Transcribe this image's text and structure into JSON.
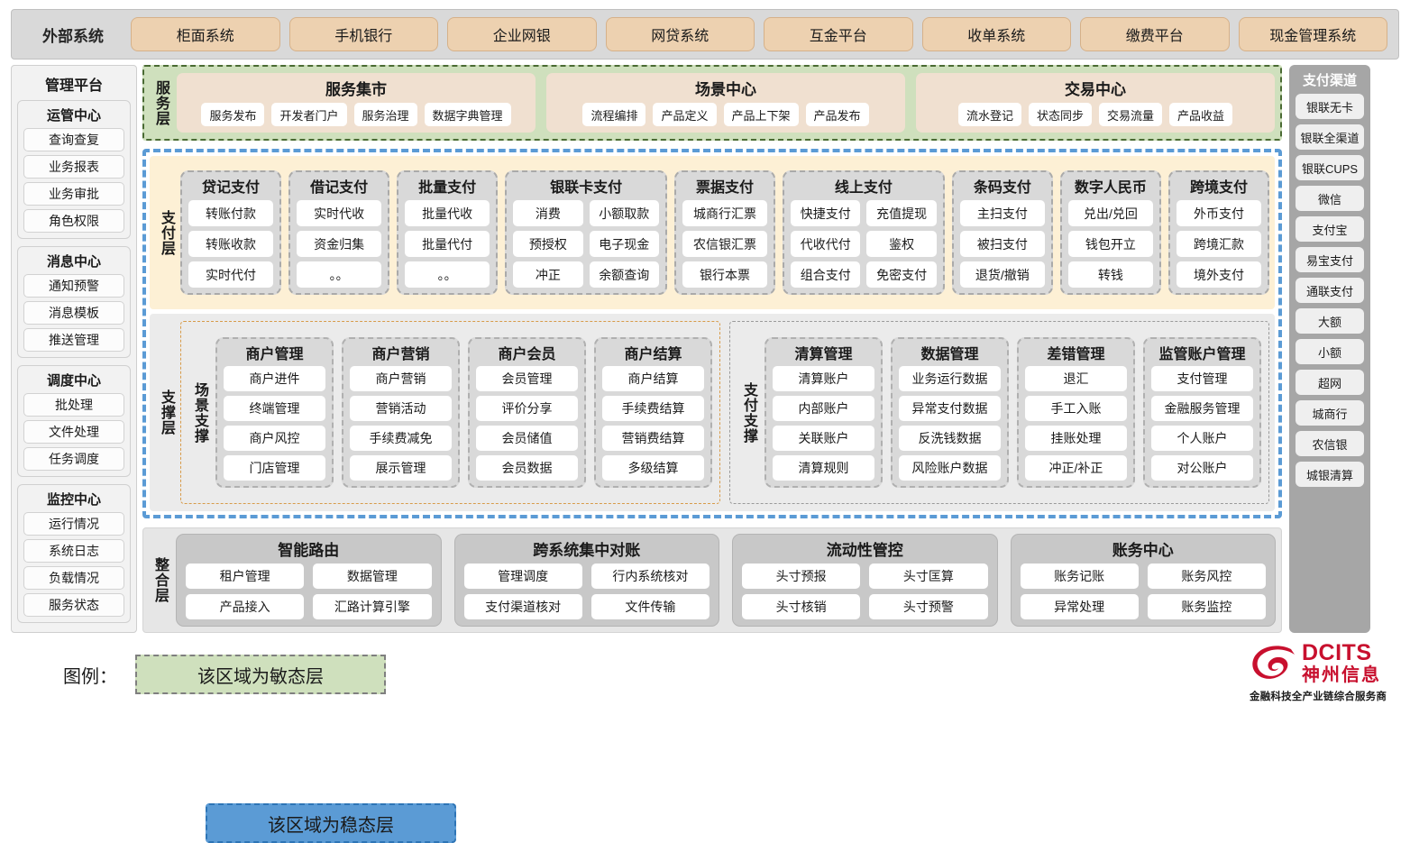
{
  "external": {
    "title": "外部系统",
    "items": [
      "柜面系统",
      "手机银行",
      "企业网银",
      "网贷系统",
      "互金平台",
      "收单系统",
      "缴费平台",
      "现金管理系统"
    ]
  },
  "management": {
    "title": "管理平台",
    "groups": [
      {
        "title": "运管中心",
        "items": [
          "查询查复",
          "业务报表",
          "业务审批",
          "角色权限"
        ]
      },
      {
        "title": "消息中心",
        "items": [
          "通知预警",
          "消息模板",
          "推送管理"
        ]
      },
      {
        "title": "调度中心",
        "items": [
          "批处理",
          "文件处理",
          "任务调度"
        ]
      },
      {
        "title": "监控中心",
        "items": [
          "运行情况",
          "系统日志",
          "负载情况",
          "服务状态"
        ]
      }
    ]
  },
  "service_layer": {
    "label": "服务层",
    "boxes": [
      {
        "title": "服务集市",
        "items": [
          "服务发布",
          "开发者门户",
          "服务治理",
          "数据字典管理"
        ]
      },
      {
        "title": "场景中心",
        "items": [
          "流程编排",
          "产品定义",
          "产品上下架",
          "产品发布"
        ]
      },
      {
        "title": "交易中心",
        "items": [
          "流水登记",
          "状态同步",
          "交易流量",
          "产品收益"
        ]
      }
    ]
  },
  "payment_layer": {
    "label": "支付层",
    "groups": [
      {
        "title": "贷记支付",
        "cols": 1,
        "rows": [
          [
            "转账付款"
          ],
          [
            "转账收款"
          ],
          [
            "实时代付"
          ]
        ]
      },
      {
        "title": "借记支付",
        "cols": 1,
        "rows": [
          [
            "实时代收"
          ],
          [
            "资金归集"
          ],
          [
            "。。"
          ]
        ]
      },
      {
        "title": "批量支付",
        "cols": 1,
        "rows": [
          [
            "批量代收"
          ],
          [
            "批量代付"
          ],
          [
            "。。"
          ]
        ]
      },
      {
        "title": "银联卡支付",
        "cols": 2,
        "rows": [
          [
            "消费",
            "小额取款"
          ],
          [
            "预授权",
            "电子现金"
          ],
          [
            "冲正",
            "余额查询"
          ]
        ]
      },
      {
        "title": "票据支付",
        "cols": 1,
        "rows": [
          [
            "城商行汇票"
          ],
          [
            "农信银汇票"
          ],
          [
            "银行本票"
          ]
        ]
      },
      {
        "title": "线上支付",
        "cols": 2,
        "rows": [
          [
            "快捷支付",
            "充值提现"
          ],
          [
            "代收代付",
            "鉴权"
          ],
          [
            "组合支付",
            "免密支付"
          ]
        ]
      },
      {
        "title": "条码支付",
        "cols": 1,
        "rows": [
          [
            "主扫支付"
          ],
          [
            "被扫支付"
          ],
          [
            "退货/撤销"
          ]
        ]
      },
      {
        "title": "数字人民币",
        "cols": 1,
        "rows": [
          [
            "兑出/兑回"
          ],
          [
            "钱包开立"
          ],
          [
            "转钱"
          ]
        ]
      },
      {
        "title": "跨境支付",
        "cols": 1,
        "rows": [
          [
            "外币支付"
          ],
          [
            "跨境汇款"
          ],
          [
            "境外支付"
          ]
        ]
      }
    ]
  },
  "support_layer": {
    "label": "支撑层",
    "areas": [
      {
        "label": "场景支撑",
        "groups": [
          {
            "title": "商户管理",
            "items": [
              "商户进件",
              "终端管理",
              "商户风控",
              "门店管理"
            ]
          },
          {
            "title": "商户营销",
            "items": [
              "商户营销",
              "营销活动",
              "手续费减免",
              "展示管理"
            ]
          },
          {
            "title": "商户会员",
            "items": [
              "会员管理",
              "评价分享",
              "会员储值",
              "会员数据"
            ]
          },
          {
            "title": "商户结算",
            "items": [
              "商户结算",
              "手续费结算",
              "营销费结算",
              "多级结算"
            ]
          }
        ]
      },
      {
        "label": "支付支撑",
        "groups": [
          {
            "title": "清算管理",
            "items": [
              "清算账户",
              "内部账户",
              "关联账户",
              "清算规则"
            ]
          },
          {
            "title": "数据管理",
            "items": [
              "业务运行数据",
              "异常支付数据",
              "反洗钱数据",
              "风险账户数据"
            ]
          },
          {
            "title": "差错管理",
            "items": [
              "退汇",
              "手工入账",
              "挂账处理",
              "冲正/补正"
            ]
          },
          {
            "title": "监管账户管理",
            "items": [
              "支付管理",
              "金融服务管理",
              "个人账户",
              "对公账户"
            ]
          }
        ]
      }
    ]
  },
  "integration_layer": {
    "label": "整合层",
    "boxes": [
      {
        "title": "智能路由",
        "items": [
          "租户管理",
          "数据管理",
          "产品接入",
          "汇路计算引擎"
        ]
      },
      {
        "title": "跨系统集中对账",
        "items": [
          "管理调度",
          "行内系统核对",
          "支付渠道核对",
          "文件传输"
        ]
      },
      {
        "title": "流动性管控",
        "items": [
          "头寸预报",
          "头寸匡算",
          "头寸核销",
          "头寸预警"
        ]
      },
      {
        "title": "账务中心",
        "items": [
          "账务记账",
          "账务风控",
          "异常处理",
          "账务监控"
        ]
      }
    ]
  },
  "channels": {
    "title": "支付渠道",
    "items": [
      "银联无卡",
      "银联全渠道",
      "银联CUPS",
      "微信",
      "支付宝",
      "易宝支付",
      "通联支付",
      "大额",
      "小额",
      "超网",
      "城商行",
      "农信银",
      "城银清算"
    ]
  },
  "legend": {
    "label": "图例：",
    "agile": "该区域为敏态层",
    "stable": "该区域为稳态层"
  },
  "logo": {
    "brand": "DCITS",
    "brand_cn": "神州信息",
    "tagline": "金融科技全产业链综合服务商"
  },
  "colors": {
    "agile_green": "#cfe0bd",
    "stable_blue": "#5b9bd5",
    "payment_yellow": "#fdf0d5",
    "external_chip": "#edd1b0",
    "brand_red": "#c8102e"
  }
}
